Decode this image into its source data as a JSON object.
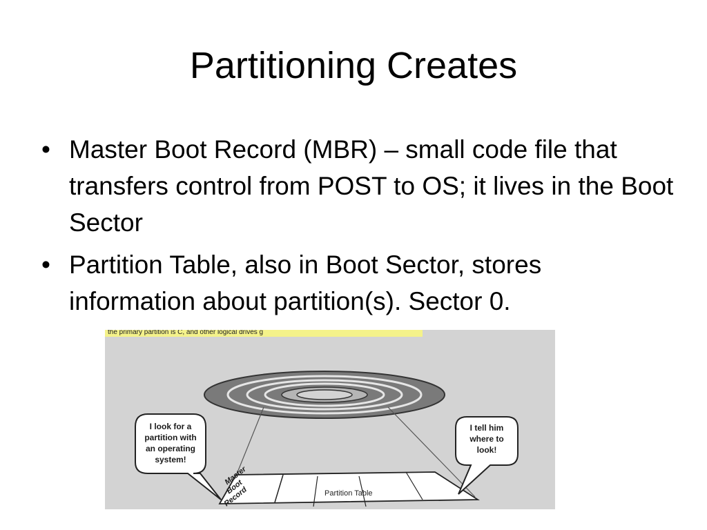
{
  "slide": {
    "title": "Partitioning Creates",
    "bullets": [
      {
        "symbol": "•",
        "text": "Master Boot Record (MBR) – small code file that transfers control from POST to OS; it lives in the Boot Sector"
      },
      {
        "symbol": "•",
        "text": "Partition Table, also in Boot Sector, stores information about partition(s). Sector 0."
      }
    ]
  },
  "figure": {
    "left_bubble": [
      "I look for a",
      "partition with",
      "an operating",
      "system!"
    ],
    "right_bubble": [
      "I tell him",
      "where to",
      "look!"
    ],
    "mbr_label": [
      "Master",
      "Boot",
      "Record"
    ],
    "partition_table_label": "Partition Table",
    "top_caption": "the primary partition is C, and other logical drives g"
  },
  "colors": {
    "background": "#ffffff",
    "text": "#000000",
    "scan_background": "#d3d3d3",
    "highlight": "#f4f28a",
    "disk_dark": "#7a7a7a",
    "disk_light": "#b5b5b5"
  }
}
